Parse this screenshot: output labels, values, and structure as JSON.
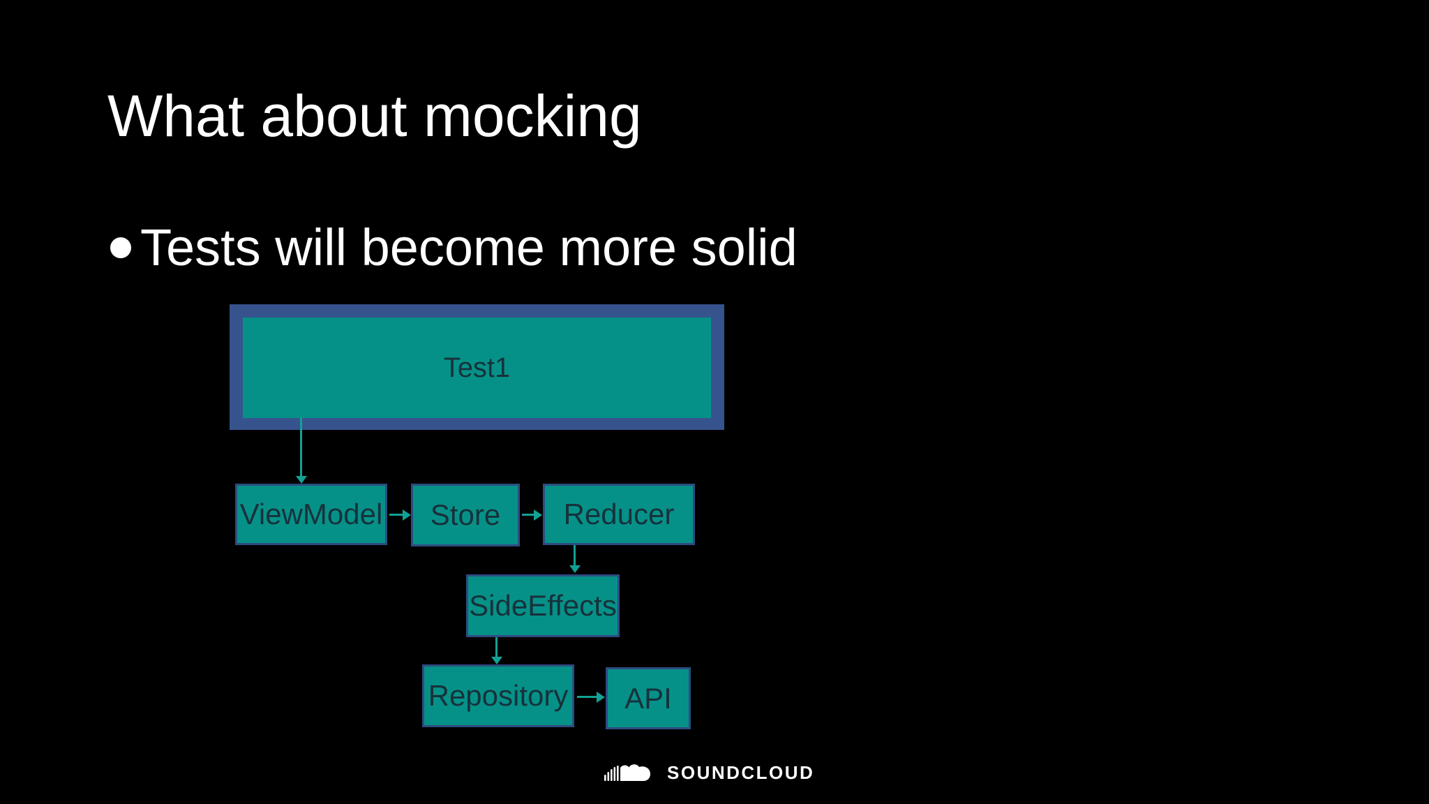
{
  "slide": {
    "title": "What about mocking",
    "bullet_glyph": "●",
    "bullets": [
      "Tests will become more solid"
    ]
  },
  "diagram": {
    "nodes": [
      {
        "id": "test1",
        "label": "Test1"
      },
      {
        "id": "viewmodel",
        "label": "ViewModel"
      },
      {
        "id": "store",
        "label": "Store"
      },
      {
        "id": "reducer",
        "label": "Reducer"
      },
      {
        "id": "sideeffects",
        "label": "SideEffects"
      },
      {
        "id": "repository",
        "label": "Repository"
      },
      {
        "id": "api",
        "label": "API"
      }
    ],
    "edges": [
      {
        "from": "Test1",
        "to": "ViewModel"
      },
      {
        "from": "ViewModel",
        "to": "Store"
      },
      {
        "from": "Store",
        "to": "Reducer"
      },
      {
        "from": "Reducer",
        "to": "SideEffects"
      },
      {
        "from": "SideEffects",
        "to": "Repository"
      },
      {
        "from": "Repository",
        "to": "API"
      }
    ],
    "colors": {
      "node_fill": "#069188",
      "highlight_border": "#37538e",
      "node_border": "#2d4c80",
      "arrow": "#12a195",
      "node_text": "#16323b",
      "background": "#000000",
      "slide_text": "#ffffff"
    }
  },
  "footer": {
    "brand": "SOUNDCLOUD",
    "icon": "soundcloud-cloud-icon"
  }
}
